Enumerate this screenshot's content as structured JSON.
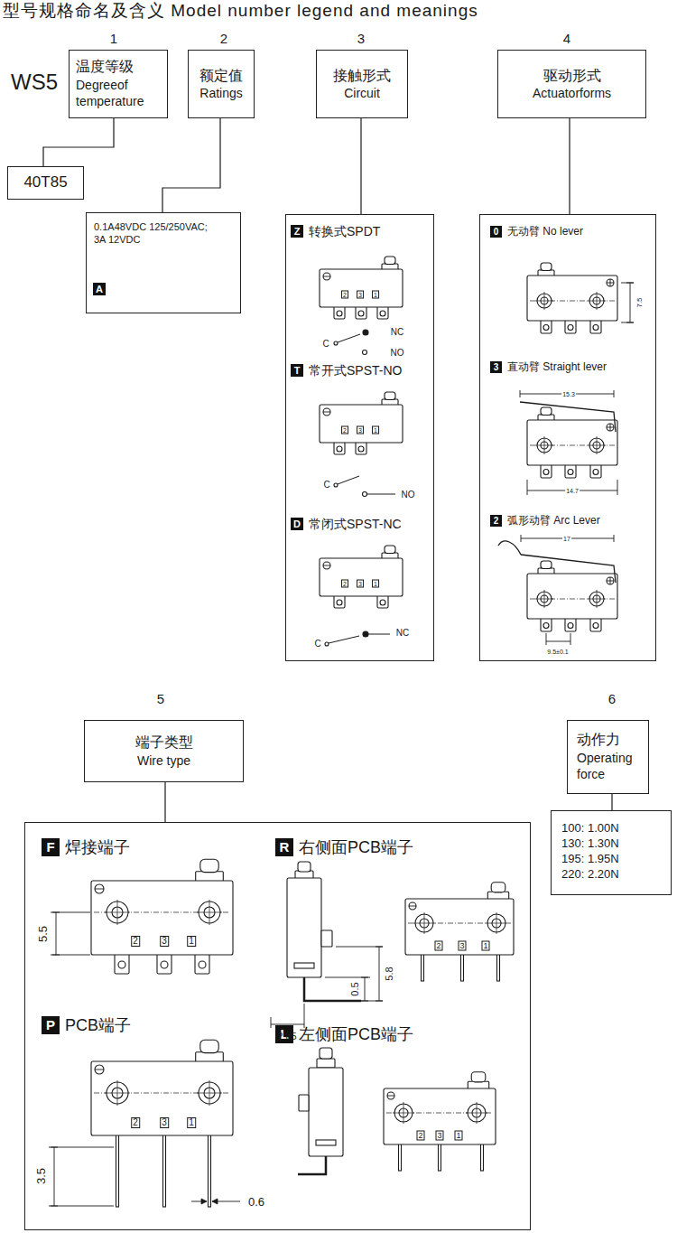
{
  "diagram": {
    "title": "型号规格命名及含义 Model number legend and meanings",
    "nodes": [
      {
        "text": [
          "温度等级",
          "Degreeof temperature"
        ]
      },
      {
        "text": [
          "额定值",
          "Ratings"
        ]
      },
      {
        "text": [
          "接触形式",
          "Circuit"
        ]
      },
      {
        "text": [
          "驱动形式",
          "Actuatorforms"
        ]
      },
      {
        "text": [
          "40T85"
        ]
      },
      {
        "text": [
          "0.1A48VDC 125/250VAC; 3A 12VDC"
        ]
      },
      {
        "text": [
          "A"
        ],
        "in": 5
      },
      {
        "text": []
      },
      {
        "text": [
          "Z",
          "转换式SPDT"
        ],
        "in": 7
      },
      {
        "text": [
          "T",
          "常开式SPST-NO"
        ],
        "in": 7
      },
      {
        "text": [
          "D",
          "常闭式SPST-NC"
        ],
        "in": 7
      },
      {
        "text": []
      },
      {
        "text": [
          "0",
          "无动臂 No lever"
        ],
        "in": 11
      },
      {
        "text": [
          "3",
          "直动臂 Straight lever"
        ],
        "in": 11
      },
      {
        "text": [
          "2",
          "弧形动臂 Arc Lever"
        ],
        "in": 11
      },
      {
        "text": [
          "端子类型",
          "Wire type"
        ]
      },
      {
        "text": [
          "动作力",
          "Operating force"
        ]
      },
      {
        "text": []
      },
      {
        "text": [
          "F",
          "焊接端子"
        ],
        "in": 17
      },
      {
        "text": [
          "R",
          "右侧面PCB端子"
        ],
        "in": 17
      },
      {
        "text": [
          "P",
          "PCB端子"
        ],
        "in": 17
      },
      {
        "text": [
          "L",
          "左侧面PCB端子"
        ],
        "in": 17
      },
      {
        "text": [
          "100: 1.00N",
          "130: 1.30N",
          "195: 1.95N",
          "220: 2.20N"
        ]
      }
    ],
    "edges": [
      {
        "from": 0,
        "to": 4,
        "arrow": "none"
      },
      {
        "from": 1,
        "to": 5,
        "arrow": "none"
      },
      {
        "from": 2,
        "to": 7,
        "arrow": "none"
      },
      {
        "from": 3,
        "to": 11,
        "arrow": "none"
      },
      {
        "from": 15,
        "to": 17,
        "arrow": "none"
      },
      {
        "from": 16,
        "to": 22,
        "arrow": "none"
      }
    ],
    "labels": [
      "WS5",
      "1",
      "2",
      "3",
      "4",
      "2",
      "3",
      "1",
      "NC",
      "C",
      "NO",
      "2",
      "3",
      "1",
      "C",
      "NO",
      "2",
      "3",
      "1",
      "NC",
      "C",
      "7.5",
      "15.3",
      "14.7",
      "17",
      "9.5±0.1",
      "5",
      "6",
      "2",
      "3",
      "1",
      "5.5",
      "0.5",
      "5.8",
      "2.85",
      "2",
      "3",
      "1",
      "2",
      "3",
      "1",
      "3.5",
      "0.6",
      "2",
      "3",
      "1"
    ]
  }
}
